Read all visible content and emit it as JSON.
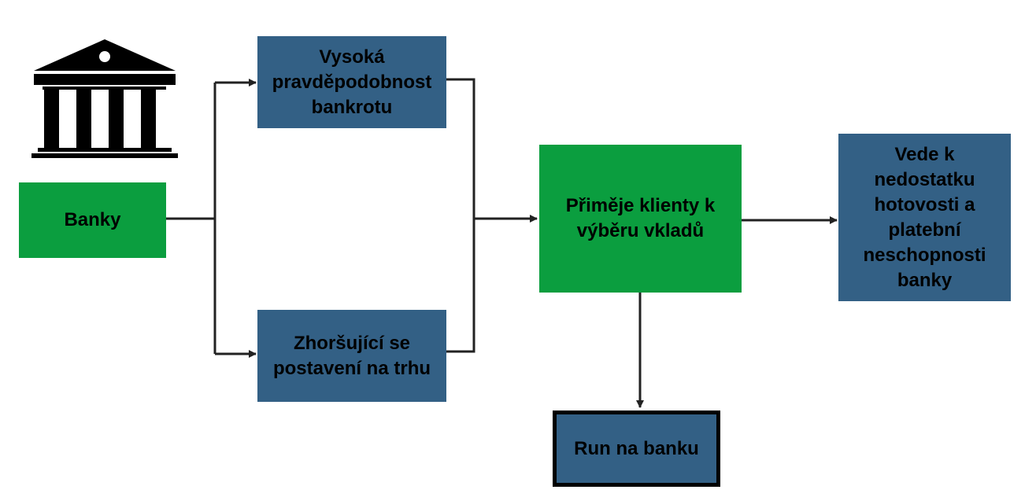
{
  "nodes": {
    "banks": {
      "label": "Banky",
      "color": "#0b9e3f"
    },
    "high_bankruptcy": {
      "label": "Vysoká pravděpodobnost bankrotu",
      "color": "#336085"
    },
    "worsening_position": {
      "label": "Zhoršující se postavení na trhu",
      "color": "#336085"
    },
    "withdrawals": {
      "label": "Přiměje klienty k výběru vkladů",
      "color": "#0b9e3f"
    },
    "cash_shortage": {
      "label": "Vede k nedostatku hotovosti a platební neschopnosti banky",
      "color": "#336085"
    },
    "bank_run": {
      "label": "Run na banku",
      "color": "#336085"
    }
  },
  "icons": {
    "bank": "bank-building-icon"
  },
  "edges": [
    {
      "from": "banks",
      "to": "high_bankruptcy"
    },
    {
      "from": "banks",
      "to": "worsening_position"
    },
    {
      "from": "high_bankruptcy",
      "to": "withdrawals"
    },
    {
      "from": "worsening_position",
      "to": "withdrawals"
    },
    {
      "from": "withdrawals",
      "to": "cash_shortage"
    },
    {
      "from": "withdrawals",
      "to": "bank_run"
    }
  ]
}
